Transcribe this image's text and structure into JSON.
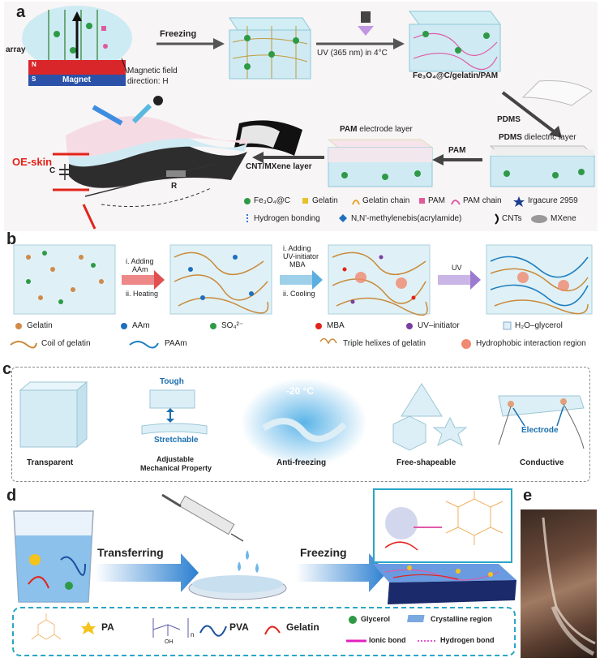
{
  "panels": {
    "a": {
      "label": "a",
      "array": "array",
      "magnet": "Magnet",
      "n": "N",
      "s": "S",
      "field": "Magnetic field",
      "direction": "direction: H",
      "freezing": "Freezing",
      "uv": "UV (365 nm) in 4°C",
      "composite": "Fe₃O₄@C/gelatin/PAM",
      "pdms": "PDMS",
      "pdms_layer_bold": "PDMS",
      "pdms_layer_rest": " dielectric layer",
      "pam_arrow": "PAM",
      "pam_layer_bold": "PAM",
      "pam_layer_rest": " electrode layer",
      "cnt": "CNT/MXene layer",
      "oeskin": "OE-skin",
      "c": "C",
      "r": "R",
      "legend1": [
        "Fe₃O₄@C",
        "Gelatin",
        "Gelatin chain",
        "PAM",
        "PAM chain",
        "Irgacure 2959"
      ],
      "legend2": [
        "Hydrogen bonding",
        "N,N'-methylenebis(acrylamide)",
        "CNTs",
        "MXene"
      ]
    },
    "b": {
      "label": "b",
      "step1a": "i. Adding",
      "step1b": "AAm",
      "step1c": "ii. Heating",
      "step2a": "i. Adding",
      "step2b": "UV-initiator",
      "step2c": "MBA",
      "step2d": "ii. Cooling",
      "uv": "UV",
      "legend": [
        "Gelatin",
        "AAm",
        "SO₄²⁻",
        "MBA",
        "UV–initiator",
        "H₂O–glycerol",
        "Coil of gelatin",
        "PAAm",
        "Triple helixes of gelatin",
        "Hydrophobic interaction region"
      ]
    },
    "c": {
      "label": "c",
      "tough": "Tough",
      "stretchable": "Stretchable",
      "temp": "-20 °C",
      "electrode": "Electrode",
      "items": [
        "Transparent",
        "Adjustable",
        "Mechanical Property",
        "Anti-freezing",
        "Free-shapeable",
        "Conductive"
      ]
    },
    "d": {
      "label": "d",
      "transferring": "Transferring",
      "freezing": "Freezing",
      "pa": "PA",
      "pva": "PVA",
      "n": "n",
      "oh": "OH",
      "gelatin": "Gelatin",
      "glycerol": "Glycerol",
      "crystalline": "Crystalline region",
      "ionic": "Ionic bond",
      "hydrogen": "Hydrogen bond"
    },
    "e": {
      "label": "e"
    }
  },
  "colors": {
    "accent_red": "#e2231a",
    "blue_text": "#1a6fb0",
    "teal": "#2aa6c6",
    "gel_blue": "#cfeaf3"
  }
}
